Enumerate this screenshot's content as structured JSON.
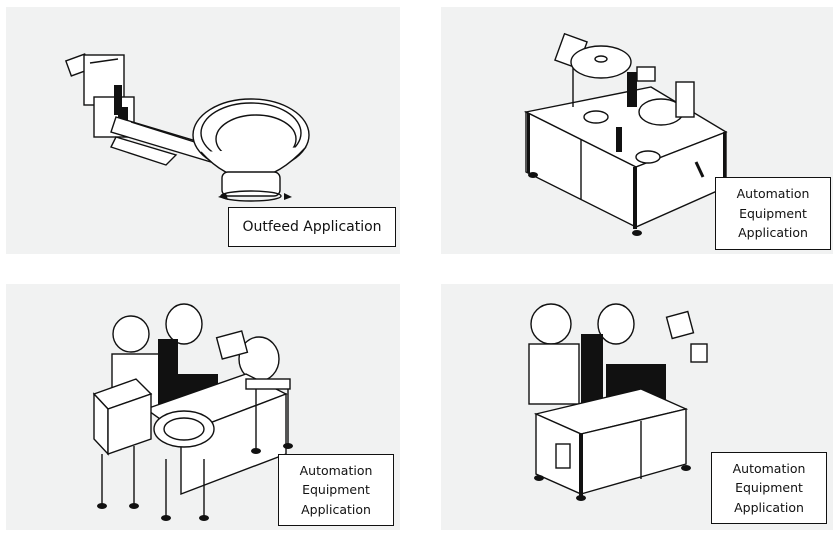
{
  "panels": [
    {
      "id": "outfeed",
      "illustration": "vibratory-bowl-feeder-with-outfeed-track",
      "label_lines": [
        "Outfeed Application"
      ]
    },
    {
      "id": "automation-1",
      "illustration": "rotary-table-automation-machine",
      "label_lines": [
        "Automation",
        "Equipment",
        "Application"
      ]
    },
    {
      "id": "automation-2",
      "illustration": "multi-station-automation-line-with-bowl-feeder",
      "label_lines": [
        "Automation",
        "Equipment",
        "Application"
      ]
    },
    {
      "id": "automation-3",
      "illustration": "compact-cabinet-automation-machine",
      "label_lines": [
        "Automation",
        "Equipment",
        "Application"
      ]
    }
  ],
  "colors": {
    "panel_background": "#f1f2f2",
    "page_background": "#ffffff",
    "line_art": "#111111",
    "label_border": "#111111"
  }
}
